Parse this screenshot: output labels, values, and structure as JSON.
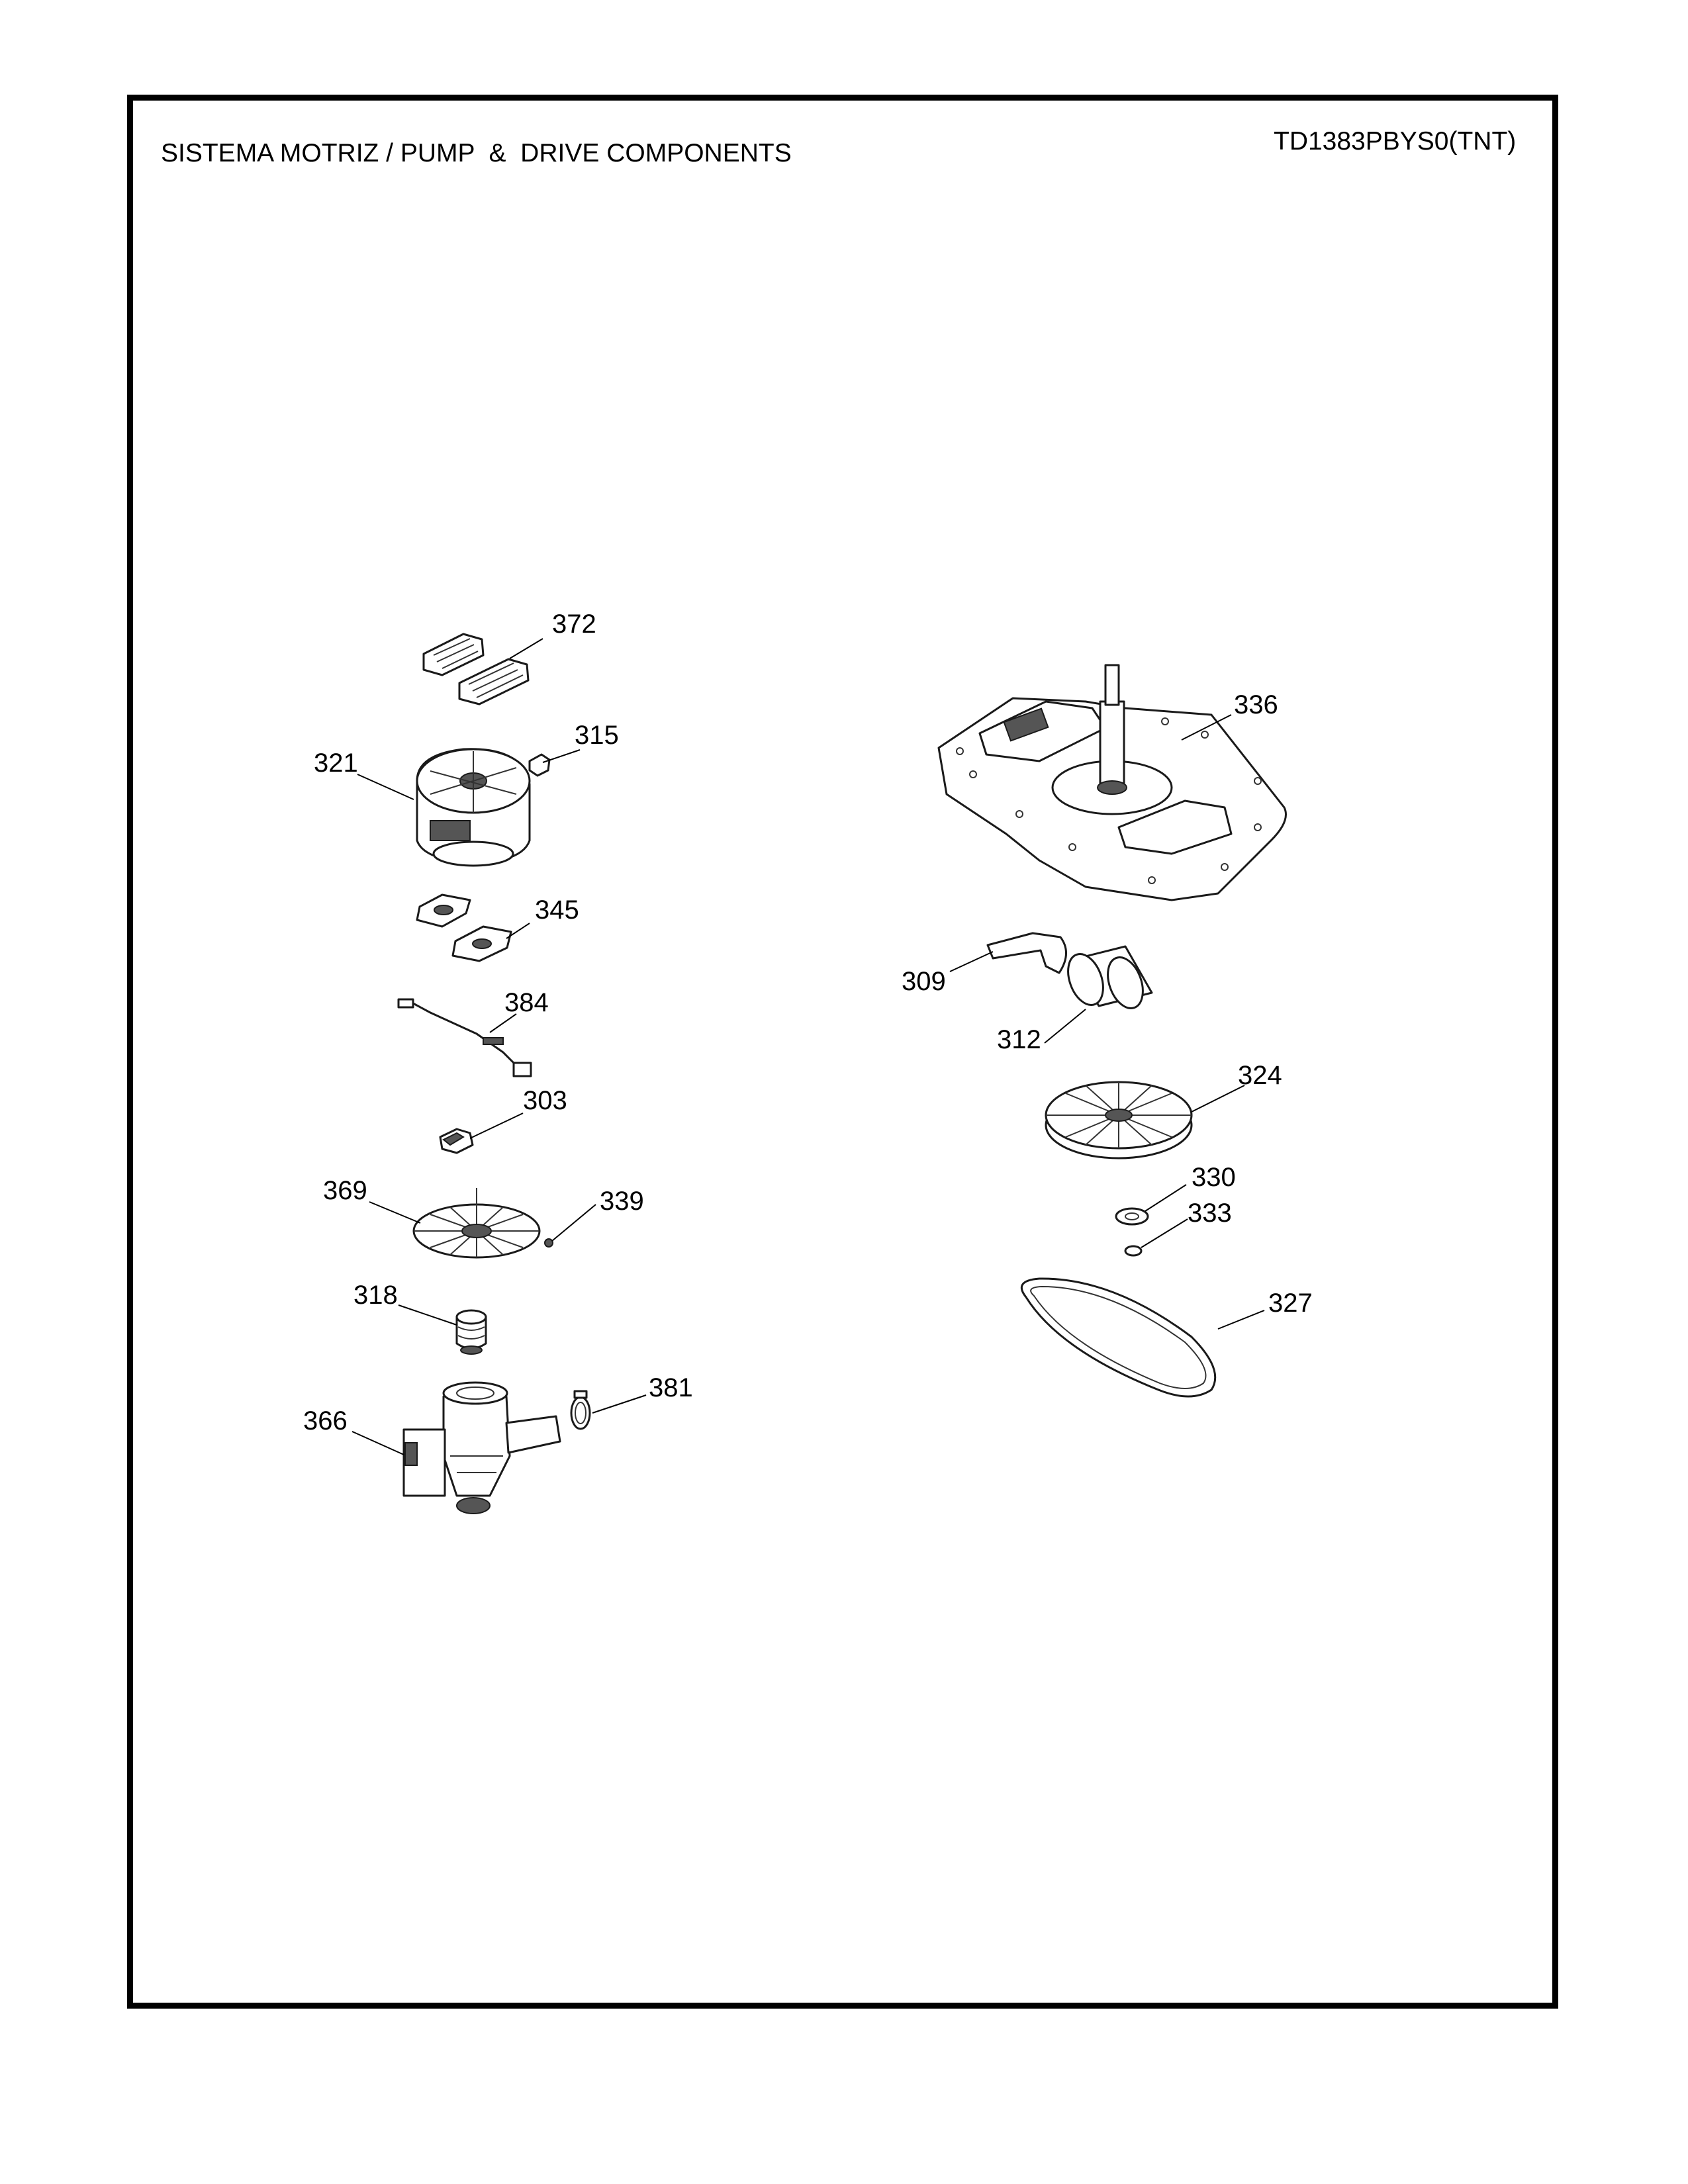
{
  "header": {
    "title": "SISTEMA MOTRIZ / PUMP  &  DRIVE COMPONENTS",
    "model": "TD1383PBYS0(TNT)"
  },
  "parts": [
    {
      "id": "372"
    },
    {
      "id": "315"
    },
    {
      "id": "321"
    },
    {
      "id": "345"
    },
    {
      "id": "384"
    },
    {
      "id": "303"
    },
    {
      "id": "369"
    },
    {
      "id": "339"
    },
    {
      "id": "318"
    },
    {
      "id": "381"
    },
    {
      "id": "366"
    },
    {
      "id": "336"
    },
    {
      "id": "309"
    },
    {
      "id": "312"
    },
    {
      "id": "324"
    },
    {
      "id": "330"
    },
    {
      "id": "333"
    },
    {
      "id": "327"
    }
  ]
}
